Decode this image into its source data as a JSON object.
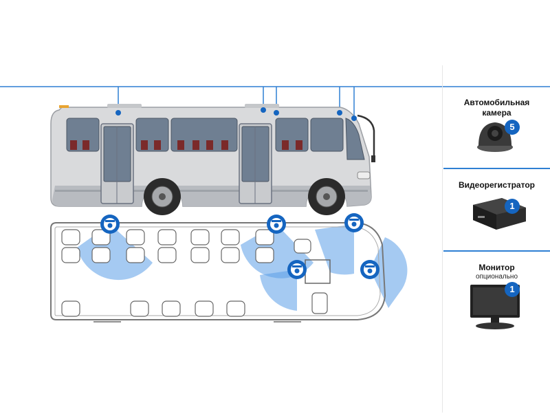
{
  "items": [
    {
      "title": "Автомобильная камера",
      "count": "5"
    },
    {
      "title": "Видеорегистратор",
      "count": "1"
    },
    {
      "title": "Монитор",
      "subtitle": "опционально",
      "count": "1"
    }
  ],
  "colors": {
    "accent": "#1565c0",
    "line": "#2e7fd3",
    "field": "#5b9ee8"
  }
}
